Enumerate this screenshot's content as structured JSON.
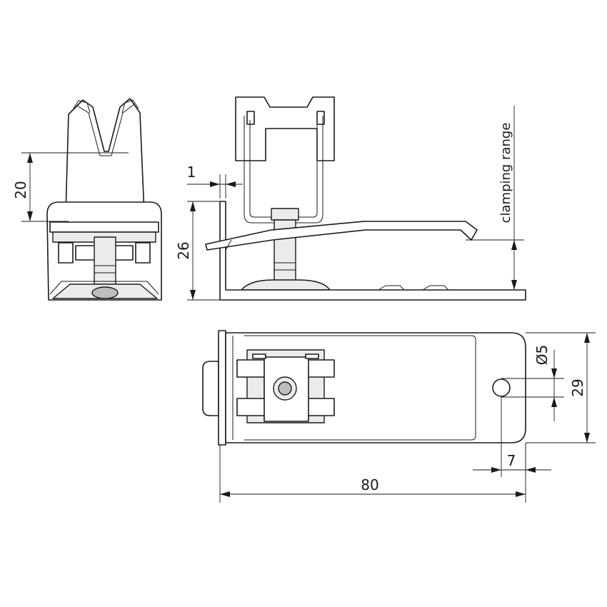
{
  "dimensions": {
    "height_front": "20",
    "sheet_thickness": "1",
    "height_side": "26",
    "clamping_range": "clamping range",
    "hole_diameter": "Ø5",
    "width": "29",
    "hole_offset": "7",
    "length": "80"
  }
}
